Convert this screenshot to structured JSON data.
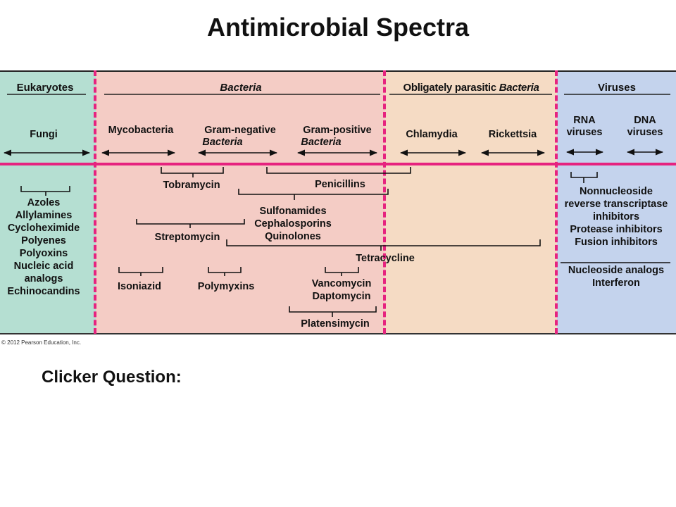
{
  "slide": {
    "title": "Antimicrobial Spectra",
    "copyright": "© 2012 Pearson Education, Inc.",
    "question_label": "Clicker Question:"
  },
  "colors": {
    "eukaryotes": "#b5dfd2",
    "bacteria": "#f4ccc5",
    "obligately_parasitic": "#f5dbc4",
    "viruses": "#c4d3ed",
    "divider": "#e6237f"
  },
  "headers": {
    "eukaryotes": "Eukaryotes",
    "bacteria": "Bacteria",
    "obligately_parasitic": "Obligately parasitic Bacteria",
    "viruses": "Viruses"
  },
  "organisms": {
    "fungi": "Fungi",
    "mycobacteria": "Mycobacteria",
    "gram_negative": "Gram-negative",
    "gram_negative_sub": "Bacteria",
    "gram_positive": "Gram-positive",
    "gram_positive_sub": "Bacteria",
    "chlamydia": "Chlamydia",
    "rickettsia": "Rickettsia",
    "rna_1": "RNA",
    "rna_2": "viruses",
    "dna_1": "DNA",
    "dna_2": "viruses"
  },
  "drugs": {
    "eukaryote_drugs": [
      "Azoles",
      "Allylamines",
      "Cycloheximide",
      "Polyenes",
      "Polyoxins",
      "Nucleic acid",
      "analogs",
      "Echinocandins"
    ],
    "tobramycin": "Tobramycin",
    "penicillins": "Penicillins",
    "sulfonamides": "Sulfonamides",
    "cephalosporins": "Cephalosporins",
    "quinolones": "Quinolones",
    "streptomycin": "Streptomycin",
    "tetracycline": "Tetracycline",
    "isoniazid": "Isoniazid",
    "polymyxins": "Polymyxins",
    "vancomycin": "Vancomycin",
    "daptomycin": "Daptomycin",
    "platensimycin": "Platensimycin",
    "virus_drugs": [
      "Nonnucleoside",
      "reverse transcriptase",
      "inhibitors",
      "Protease inhibitors",
      "Fusion inhibitors"
    ],
    "virus_drugs_2": [
      "Nucleoside analogs",
      "Interferon"
    ]
  }
}
